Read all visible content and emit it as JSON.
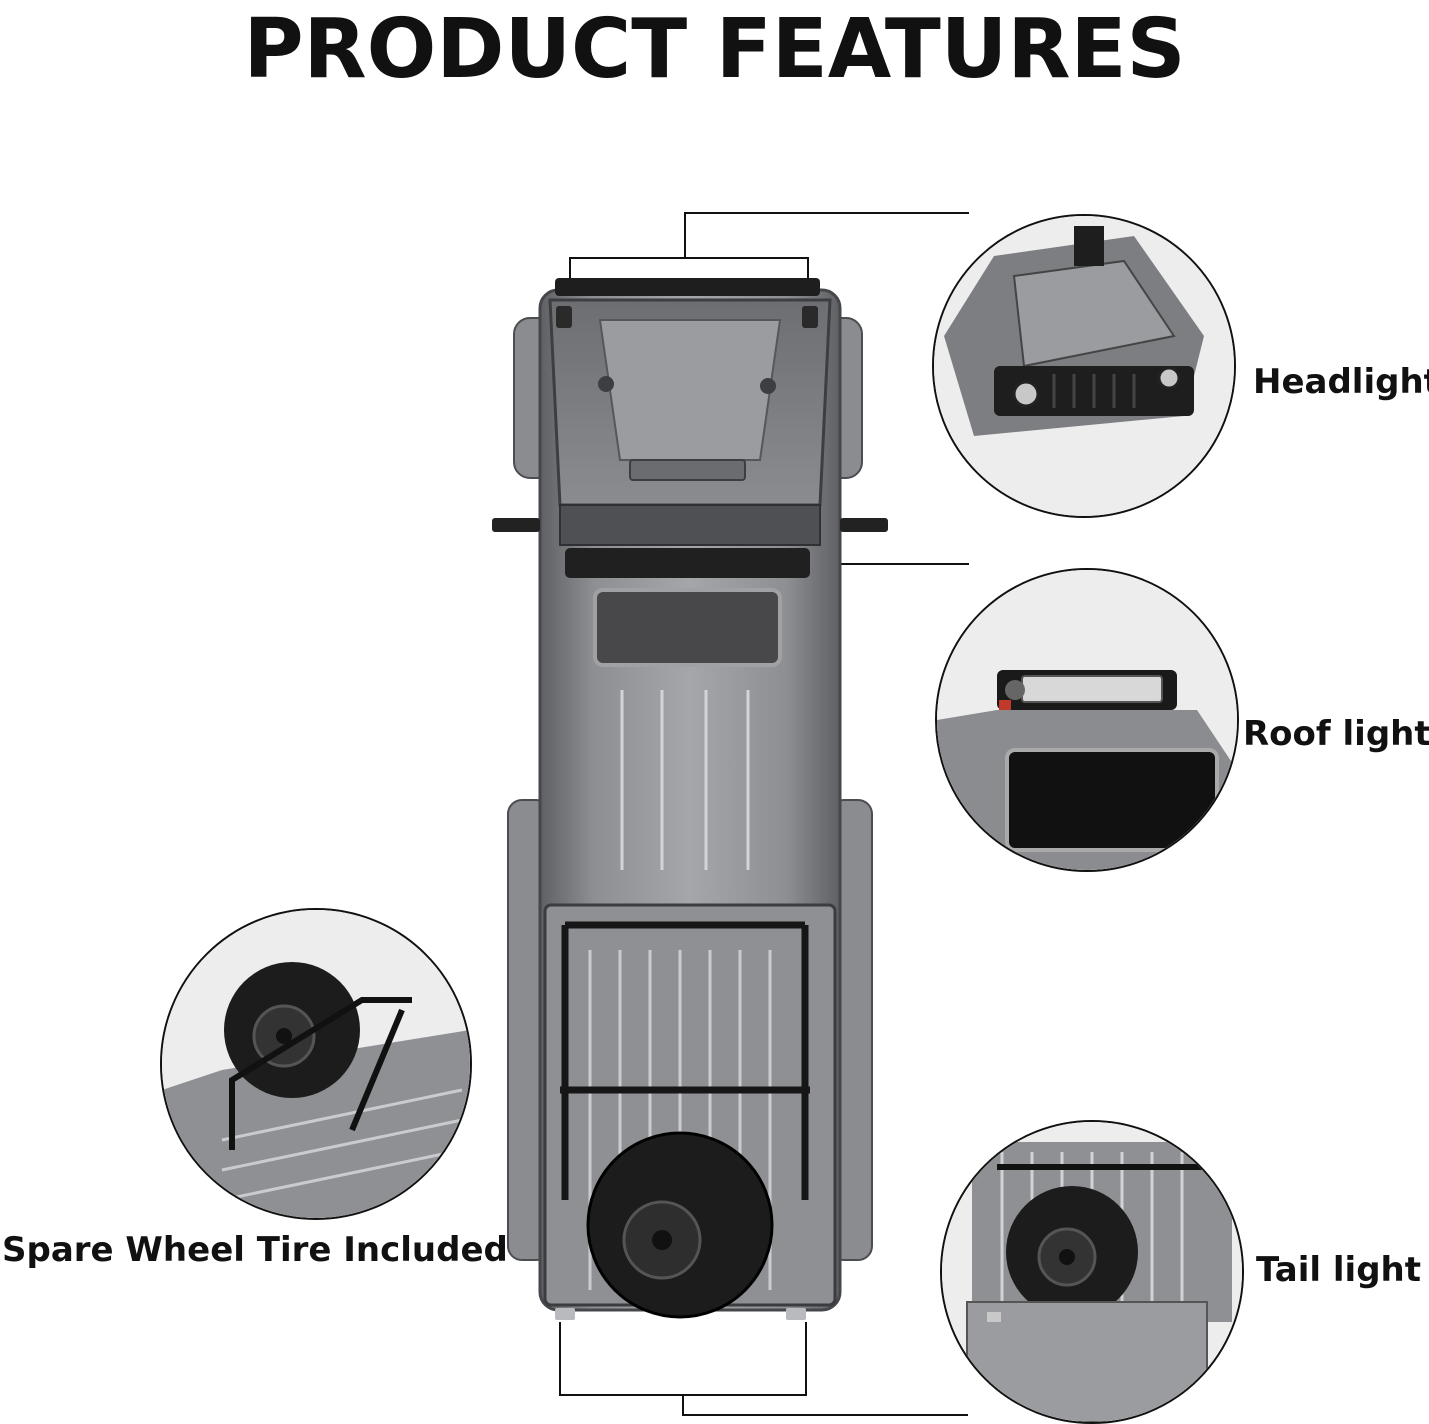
{
  "title": "PRODUCT FEATURES",
  "callouts": {
    "headlight": "Headlight",
    "roof_light": "Roof light",
    "tail_light": "Tail light",
    "spare_wheel": "Spare Wheel Tire Included"
  },
  "colors": {
    "body_grey": "#7c7e82",
    "body_dark": "#55575b",
    "body_light": "#a9abae",
    "tire": "#1c1c1c",
    "line": "#111111"
  }
}
